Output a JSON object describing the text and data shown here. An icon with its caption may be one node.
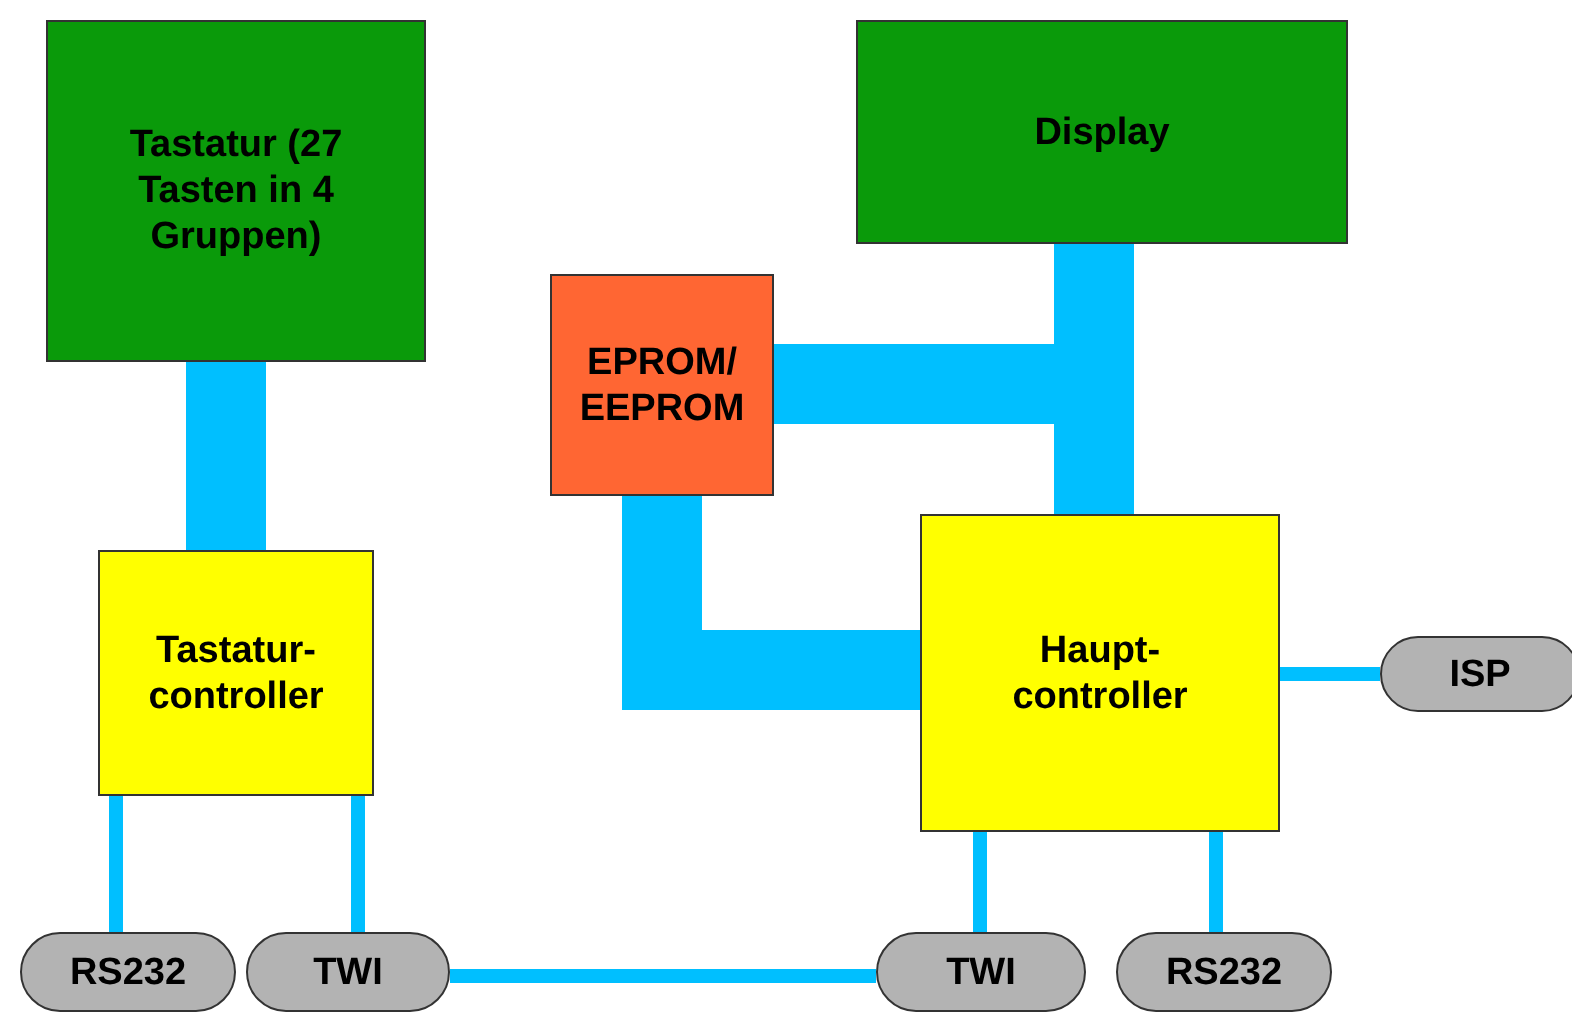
{
  "diagram": {
    "nodes": [
      {
        "text": [
          "Tastatur (27 Tasten in 4 Gruppen)"
        ]
      },
      {
        "text": [
          "Display"
        ]
      },
      {
        "text": [
          "EPROM/ EEPROM"
        ]
      },
      {
        "text": [
          "Tastatur-controller"
        ]
      },
      {
        "text": [
          "Haupt-controller"
        ]
      },
      {
        "text": [
          "ISP"
        ]
      },
      {
        "text": [
          "RS232"
        ]
      },
      {
        "text": [
          "TWI"
        ]
      },
      {
        "text": [
          "TWI"
        ]
      },
      {
        "text": [
          "RS232"
        ]
      }
    ],
    "edges": [
      {
        "from": 0,
        "to": 3,
        "arrow": "none",
        "style": "thick"
      },
      {
        "from": 1,
        "to": 4,
        "arrow": "none",
        "style": "thick"
      },
      {
        "from": 2,
        "to": 4,
        "arrow": "none",
        "style": "thick"
      },
      {
        "from": 2,
        "to": 4,
        "arrow": "none",
        "style": "thick"
      },
      {
        "from": 4,
        "to": 5,
        "arrow": "none"
      },
      {
        "from": 3,
        "to": 6,
        "arrow": "none"
      },
      {
        "from": 3,
        "to": 7,
        "arrow": "none"
      },
      {
        "from": 7,
        "to": 8,
        "arrow": "none"
      },
      {
        "from": 4,
        "to": 8,
        "arrow": "none"
      },
      {
        "from": 4,
        "to": 9,
        "arrow": "none"
      }
    ]
  }
}
